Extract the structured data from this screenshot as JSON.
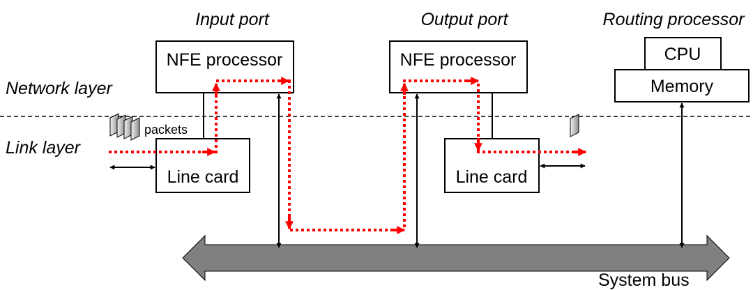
{
  "headings": {
    "input_port": "Input port",
    "output_port": "Output port",
    "routing_processor": "Routing processor"
  },
  "layers": {
    "network": "Network layer",
    "link": "Link layer"
  },
  "input_port": {
    "nfe": "NFE processor",
    "line_card": "Line card",
    "packets": "packets"
  },
  "output_port": {
    "nfe": "NFE processor",
    "line_card": "Line card"
  },
  "routing_processor": {
    "cpu": "CPU",
    "memory": "Memory"
  },
  "bus": {
    "label": "System bus",
    "color": "#808080"
  },
  "colors": {
    "packet_path": "#ff0000",
    "lines": "#000000"
  }
}
